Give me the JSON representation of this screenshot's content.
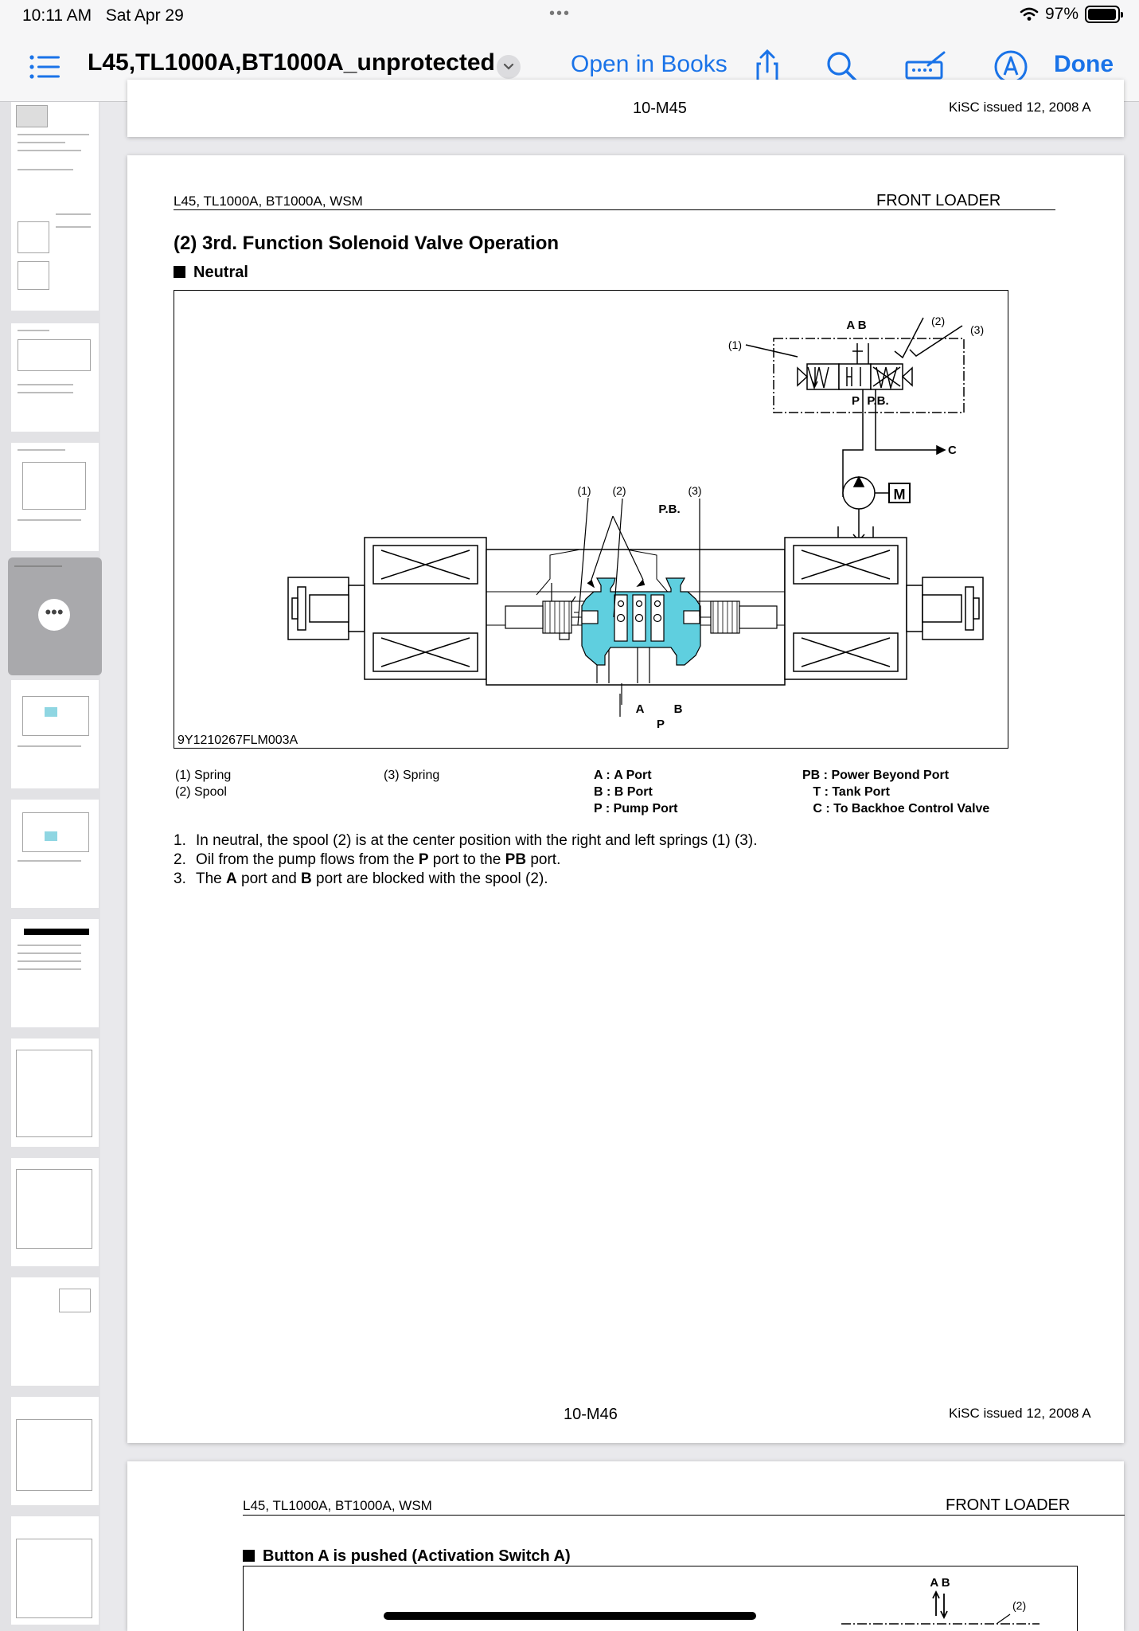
{
  "status_bar": {
    "time": "10:11 AM",
    "date": "Sat Apr 29",
    "dots": "•••",
    "battery": "97%",
    "battery_level": 0.97
  },
  "toolbar": {
    "title": "L45,TL1000A,BT1000A_unprotected",
    "open_in_books": "Open in Books",
    "done": "Done"
  },
  "prev_page": {
    "page_number": "10-M45",
    "issued": "KiSC issued 12, 2008 A"
  },
  "page": {
    "header_left": "L45, TL1000A, BT1000A, WSM",
    "header_right": "FRONT  LOADER",
    "section": "(2)   3rd. Function Solenoid Valve Operation",
    "subheading": "Neutral",
    "figure_code": "9Y1210267FLM003A",
    "fig_labels": {
      "pb": "P.B.",
      "l1": "(1)",
      "l2": "(2)",
      "l3": "(3)",
      "a": "A",
      "b": "B",
      "p": "P",
      "sch_ab": "A B",
      "sch_2": "(2)",
      "sch_3": "(3)",
      "sch_1": "(1)",
      "sch_p": "P",
      "sch_pb": "P.B.",
      "sch_c": "C",
      "sch_m": "M"
    },
    "legend": {
      "c1": [
        "(1)  Spring",
        "(2)  Spool"
      ],
      "c2": [
        "(3)  Spring"
      ],
      "c3": [
        {
          "k": "A :",
          "v": "A Port"
        },
        {
          "k": "B :",
          "v": "B Port"
        },
        {
          "k": "P :",
          "v": "Pump Port"
        }
      ],
      "c4": [
        {
          "k": "PB :",
          "v": "Power Beyond Port"
        },
        {
          "k": "T :",
          "v": "Tank Port"
        },
        {
          "k": "C :",
          "v": "To Backhoe Control Valve"
        }
      ]
    },
    "steps": [
      {
        "n": "1.",
        "parts": [
          "In neutral, the spool (2) is at the center position with the right and left springs (1) (3)."
        ]
      },
      {
        "n": "2.",
        "parts": [
          "Oil from the pump flows from the ",
          "P",
          " port to the ",
          "PB",
          " port."
        ]
      },
      {
        "n": "3.",
        "parts": [
          "The ",
          "A",
          " port and ",
          "B",
          " port are blocked with the spool (2)."
        ]
      }
    ],
    "page_number": "10-M46",
    "issued": "KiSC issued 12, 2008 A"
  },
  "next_page": {
    "header_left": "L45, TL1000A, BT1000A, WSM",
    "header_right": "FRONT  LOADER",
    "subheading": "Button A is pushed (Activation Switch A)",
    "fig_ab": "A B",
    "fig_2": "(2)"
  }
}
